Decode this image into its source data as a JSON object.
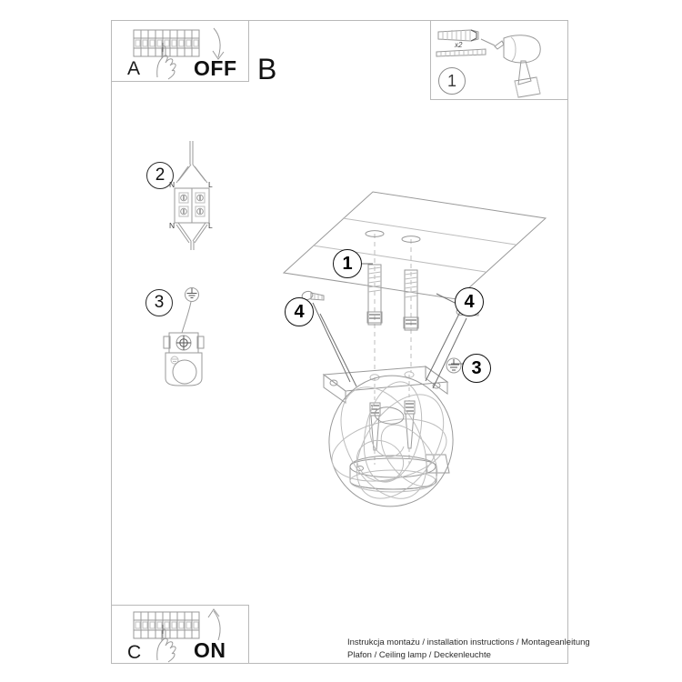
{
  "document": {
    "type": "installation-instruction-sheet",
    "caption_line1": "Instrukcja montażu / installation instructions / Montageanleitung",
    "caption_line2": "Plafon / Ceiling lamp / Deckenleuchte"
  },
  "panels": {
    "a": {
      "letter": "A",
      "word": "OFF",
      "icon": "circuit-breaker-panel-hand-icon",
      "arrow": "arrow-down"
    },
    "b": {
      "letter": "B"
    },
    "c": {
      "letter": "C",
      "word": "ON",
      "icon": "circuit-breaker-panel-hand-icon",
      "arrow": "arrow-up"
    },
    "drill": {
      "step": "1",
      "quantity_label": "x2",
      "parts": [
        "wall-plug-icon",
        "screw-icon"
      ],
      "tool": "power-drill-icon"
    }
  },
  "steps": [
    {
      "number": "2",
      "name": "terminal-block-wiring",
      "labels": {
        "top_left": "N",
        "top_right": "L",
        "bottom_left": "N",
        "bottom_right": "L"
      }
    },
    {
      "number": "3",
      "name": "earth-connection",
      "icon": "earth-ground-icon"
    }
  ],
  "assembly": {
    "name": "ceiling-lamp-exploded-view",
    "callouts": [
      {
        "id": "callout-1",
        "label": "1",
        "target": "wall-anchors"
      },
      {
        "id": "callout-4-left",
        "label": "4",
        "target": "bracket-screw-left"
      },
      {
        "id": "callout-4-right",
        "label": "4",
        "target": "bracket-screw-right"
      },
      {
        "id": "callout-3",
        "label": "3",
        "target": "earth-terminal"
      }
    ],
    "parts": [
      "ceiling-plane",
      "wall-anchor-left",
      "wall-anchor-right",
      "mounting-bracket",
      "long-screw-left",
      "long-screw-right",
      "lamp-base",
      "lamp-shade-rings"
    ]
  },
  "colors": {
    "line": "#9a9a9a",
    "dark_line": "#555555",
    "text": "#111111",
    "frame": "#b9b9b9",
    "background": "#ffffff"
  }
}
